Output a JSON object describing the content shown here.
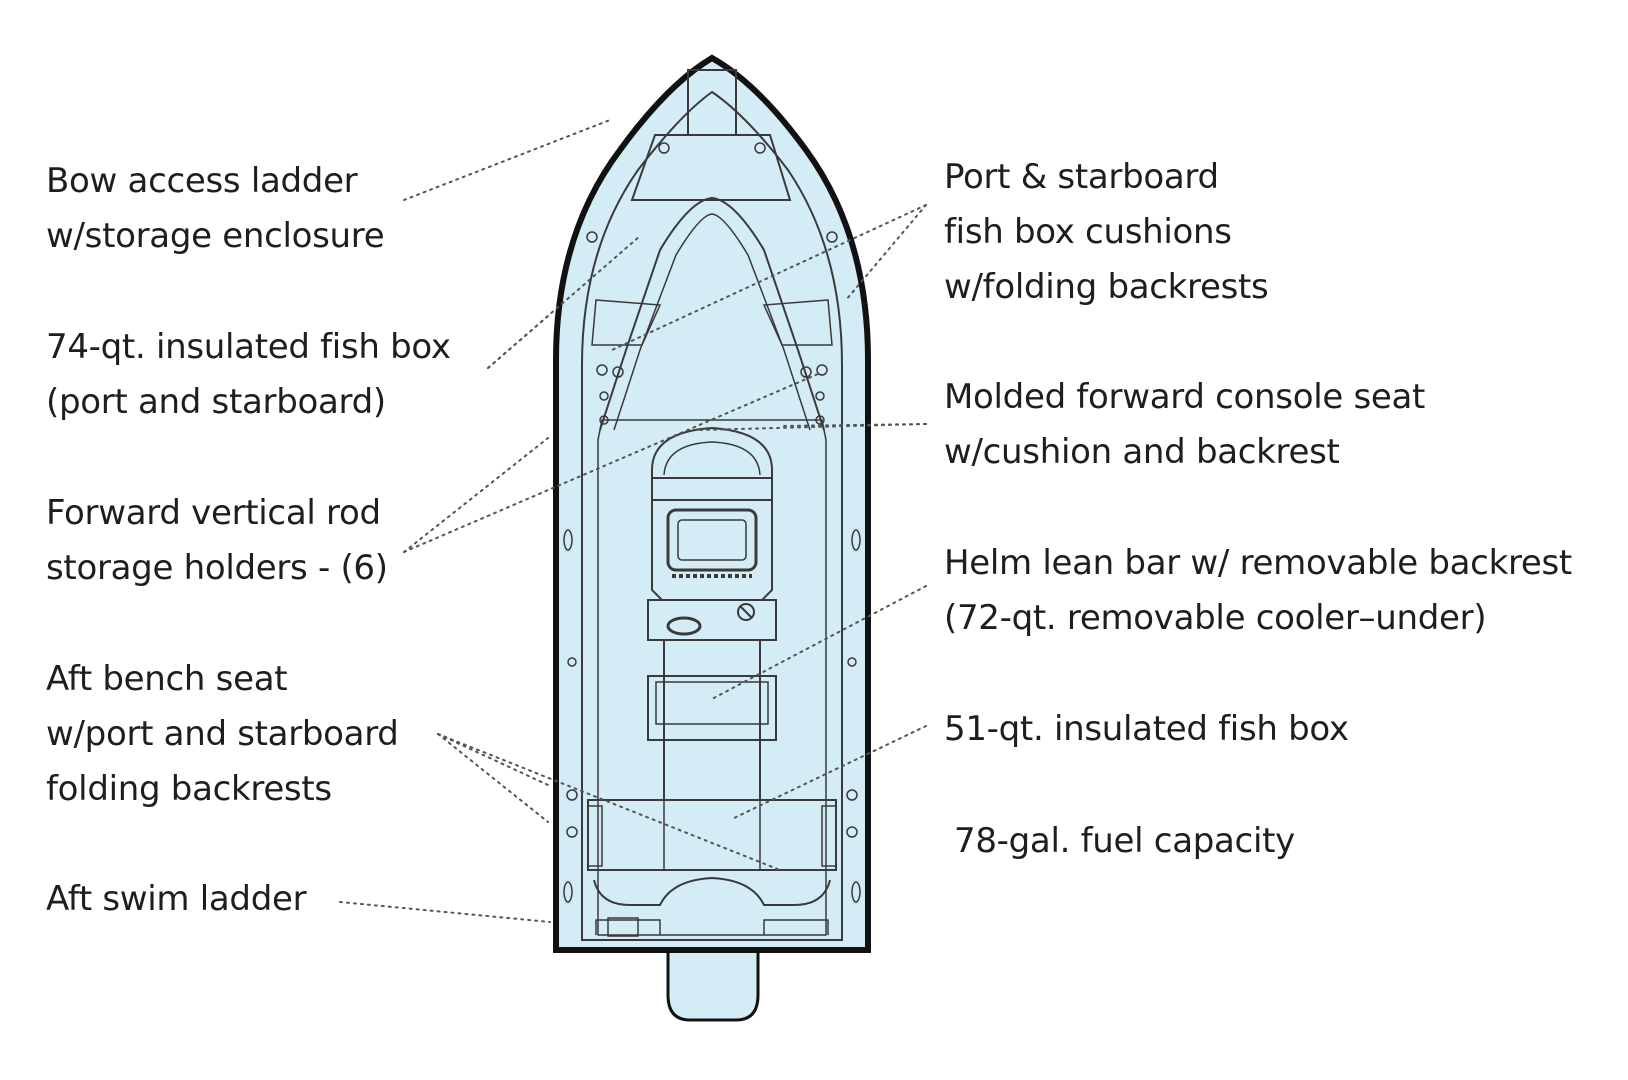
{
  "diagram": {
    "hull_fill": "#d4ecf5",
    "hull_stroke": "#111111",
    "detail_stroke": "#3a3a3a",
    "leader_color": "#555555"
  },
  "labels": {
    "bow_ladder": [
      "Bow access ladder",
      "w/storage enclosure"
    ],
    "fish_box_74": [
      "74-qt.  insulated fish box",
      "(port and starboard)"
    ],
    "rod_holders": [
      "Forward vertical rod",
      "storage holders - (6)"
    ],
    "aft_bench": [
      "Aft bench seat",
      "w/port and starboard",
      "folding backrests"
    ],
    "swim_ladder": [
      "Aft swim ladder"
    ],
    "fish_box_cushions": [
      "Port & starboard",
      "fish box cushions",
      "w/folding backrests"
    ],
    "console_seat": [
      "Molded forward console seat",
      "w/cushion and backrest"
    ],
    "helm_lean_bar": [
      "Helm lean bar w/ removable backrest",
      "(72-qt. removable cooler–under)"
    ],
    "fish_box_51": [
      "51-qt. insulated fish box"
    ],
    "fuel": [
      "78-gal. fuel capacity"
    ]
  }
}
